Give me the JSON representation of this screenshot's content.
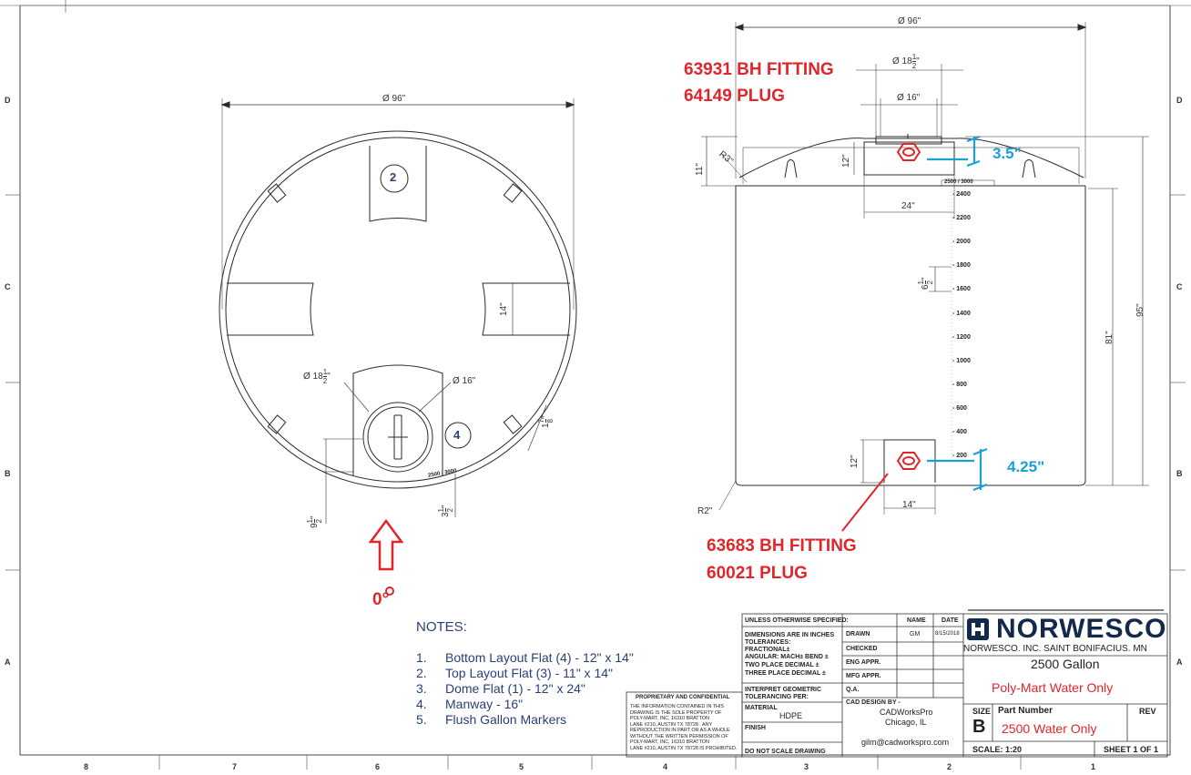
{
  "zones": {
    "left_letters": [
      "D",
      "C",
      "B",
      "A"
    ],
    "right_letters": [
      "D",
      "C",
      "B",
      "A"
    ],
    "bottom_numbers": [
      "8",
      "7",
      "6",
      "5",
      "4",
      "3",
      "2",
      "1"
    ]
  },
  "top_view": {
    "diameter": "Ø 96\"",
    "marker_2": "2",
    "marker_4": "4",
    "flat_dim": "14\"",
    "manway_outer": "Ø 18",
    "manway_outer_frac_num": "1",
    "manway_outer_frac_den": "2",
    "manway_inner": "Ø 16\"",
    "edge_dim": "1",
    "edge_frac_num": "7",
    "edge_frac_den": "8",
    "bottom_dim_a": "9",
    "bottom_dim_a_num": "1",
    "bottom_dim_a_den": "2",
    "bottom_dim_b": "3",
    "bottom_dim_b_num": "1",
    "bottom_dim_b_den": "2",
    "rim_label": "2500 / 3000",
    "orientation": "0°"
  },
  "side_view": {
    "diameter": "Ø 96\"",
    "opening_outer": "Ø 18",
    "opening_outer_num": "1",
    "opening_outer_den": "2",
    "opening_inner": "Ø 16\"",
    "r_top": "R3\"",
    "dome_h": "11\"",
    "flat_h": "12\"",
    "flat_w": "24\"",
    "bottom_flat_h": "12\"",
    "bottom_flat_w": "14\"",
    "height_total": "95\"",
    "height_body": "81\"",
    "r_bottom": "R2\"",
    "marker_spacing": "6",
    "marker_spacing_num": "1",
    "marker_spacing_den": "2",
    "rim_label": "2500 / 3000",
    "gallon_markers": [
      "2400",
      "2200",
      "2000",
      "1800",
      "1600",
      "1400",
      "1200",
      "1000",
      "800",
      "600",
      "400",
      "200"
    ]
  },
  "callouts": {
    "top_fitting_1": "63931 BH FITTING",
    "top_fitting_2": "64149 PLUG",
    "top_offset": "3.5\"",
    "bottom_fitting_1": "63683 BH FITTING",
    "bottom_fitting_2": "60021 PLUG",
    "bottom_offset": "4.25\""
  },
  "notes": {
    "title": "NOTES:",
    "items": [
      "Bottom Layout Flat (4) - 12\" x 14\"",
      "Top Layout Flat (3) - 11\" x 14\"",
      "Dome Flat (1) - 12\" x 24\"",
      "Manway - 16\"",
      "Flush Gallon Markers"
    ],
    "numbers": [
      "1.",
      "2.",
      "3.",
      "4.",
      "5."
    ]
  },
  "title_block": {
    "unless": "UNLESS OTHERWISE SPECIFIED:",
    "dims_in": "DIMENSIONS ARE IN INCHES",
    "tolerances": "TOLERANCES:",
    "fractional": "FRACTIONAL±",
    "angular": "ANGULAR: MACH±    BEND ±",
    "two_place": "TWO PLACE DECIMAL    ±",
    "three_place": "THREE PLACE DECIMAL  ±",
    "interpret": "INTERPRET GEOMETRIC",
    "tolerancing": "TOLERANCING PER:",
    "material_label": "MATERIAL",
    "material": "HDPE",
    "finish_label": "FINISH",
    "do_not_scale": "DO NOT SCALE DRAWING",
    "proprietary_title": "PROPRIETARY AND CONFIDENTIAL",
    "proprietary_lines": [
      "THE INFORMATION CONTAINED IN THIS",
      "DRAWING IS THE SOLE PROPERTY OF",
      "POLY-MART, INC, 16310 BRATTON",
      "LANE #210, AUSTIN TX 78728 . ANY",
      "REPRODUCTION IN PART OR AS A WHOLE",
      "WITHOUT THE WRITTEN PERMISSION OF",
      "POLY-MART, INC, 16310 BRATTON",
      "LANE #210, AUSTIN TX 78728 IS PROHIBITED."
    ],
    "name_col": "NAME",
    "date_col": "DATE",
    "drawn": "DRAWN",
    "drawn_name": "GM",
    "drawn_date": "8/15/2018",
    "checked": "CHECKED",
    "eng_appr": "ENG APPR.",
    "mfg_appr": "MFG APPR.",
    "qa": "Q.A.",
    "cad_design_by": "CAD DESIGN BY -",
    "cad_company": "CADWorksPro",
    "cad_city": "Chicago, IL",
    "cad_email": "gilm@cadworkspro.com",
    "logo": "NORWESCO",
    "company_line": "NORWESCO. INC.  SAINT BONIFACIUS. MN",
    "title1": "2500 Gallon",
    "title2": "Poly-Mart Water Only",
    "size_label": "SIZE",
    "size": "B",
    "part_label": "Part Number",
    "part_number": "2500 Water Only",
    "rev_label": "REV",
    "scale": "SCALE: 1:20",
    "sheet": "SHEET 1 OF 1"
  },
  "colors": {
    "line": "#2b2b2b",
    "red": "#e0262b",
    "blue": "#1aa0d8",
    "navy": "#2a3f7a",
    "logo": "#13294b"
  }
}
